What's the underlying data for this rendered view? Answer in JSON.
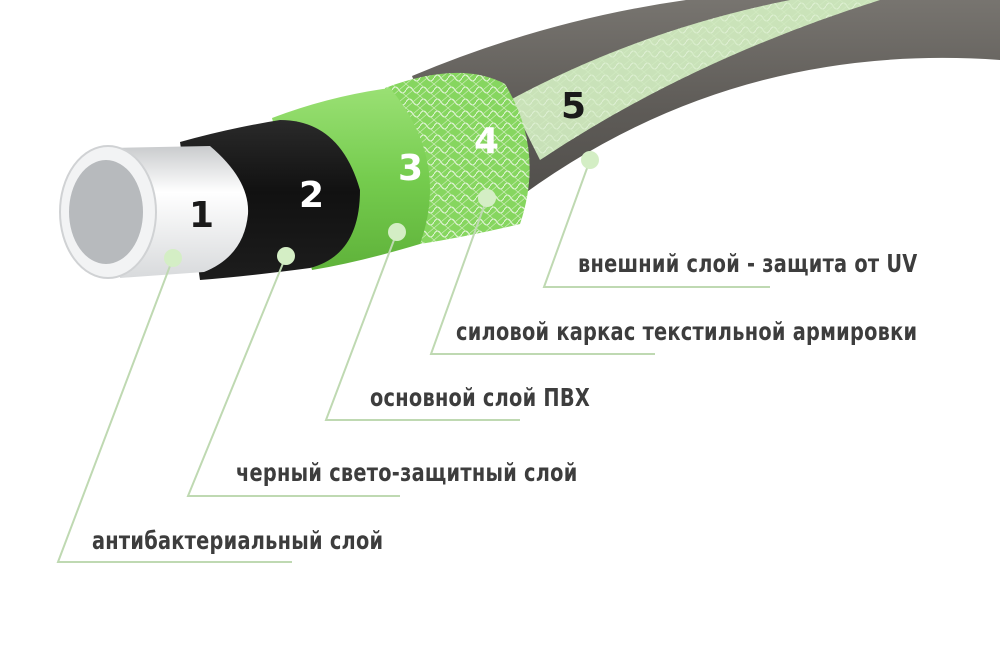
{
  "layers": [
    {
      "number": "1",
      "label": "антибактериальный слой"
    },
    {
      "number": "2",
      "label": "черный свето-защитный слой"
    },
    {
      "number": "3",
      "label": "основной слой ПВХ"
    },
    {
      "number": "4",
      "label": "силовой каркас текстильной армировки"
    },
    {
      "number": "5",
      "label": "внешний слой - защита от UV"
    }
  ],
  "colors": {
    "background": "#ffffff",
    "layer_1_white": "#f4f5f6",
    "layer_1_bore": "#b7babd",
    "layer_2_black": "#1b1b1b",
    "layer_3_green": "#7fd35a",
    "layer_4_mesh": "#7fd35a",
    "layer_5_outer": "#67645f",
    "stripe": "#cfe9be",
    "leader_line": "#bfd9b2",
    "dot": "#cdebbd",
    "label_text": "#3d3d3d"
  }
}
